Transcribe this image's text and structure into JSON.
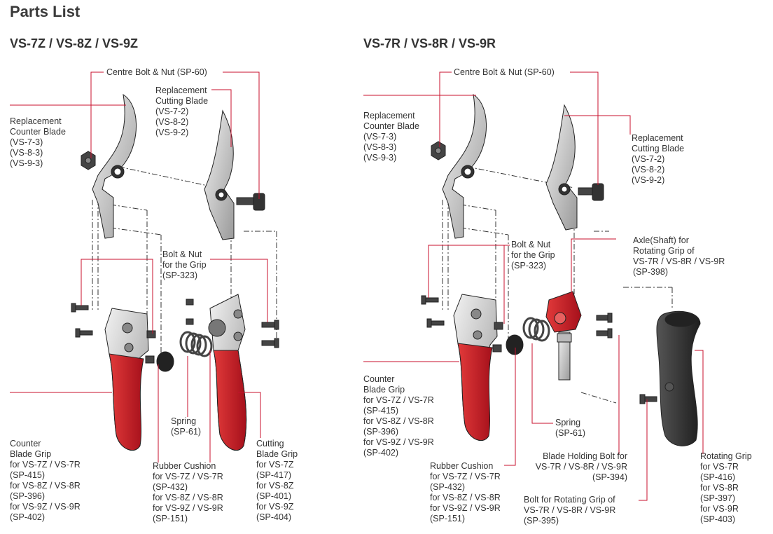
{
  "title": "Parts List",
  "left": {
    "subtitle": "VS-7Z / VS-8Z / VS-9Z",
    "labels": {
      "centre_bolt": "Centre Bolt & Nut (SP-60)",
      "counter_blade": "Replacement\nCounter Blade\n(VS-7-3)\n(VS-8-3)\n(VS-9-3)",
      "cutting_blade": "Replacement\nCutting Blade\n(VS-7-2)\n(VS-8-2)\n(VS-9-2)",
      "bolt_grip": "Bolt & Nut\nfor the Grip\n(SP-323)",
      "spring": "Spring\n(SP-61)",
      "counter_grip": "Counter\nBlade Grip\nfor VS-7Z / VS-7R\n(SP-415)\nfor VS-8Z / VS-8R\n(SP-396)\nfor VS-9Z / VS-9R\n(SP-402)",
      "rubber": "Rubber Cushion\nfor VS-7Z / VS-7R\n(SP-432)\nfor VS-8Z / VS-8R\nfor VS-9Z / VS-9R\n(SP-151)",
      "cutting_grip": "Cutting\nBlade Grip\nfor VS-7Z\n(SP-417)\nfor VS-8Z\n(SP-401)\nfor VS-9Z\n(SP-404)"
    }
  },
  "right": {
    "subtitle": "VS-7R / VS-8R / VS-9R",
    "labels": {
      "centre_bolt": "Centre Bolt & Nut (SP-60)",
      "counter_blade": "Replacement\nCounter Blade\n(VS-7-3)\n(VS-8-3)\n(VS-9-3)",
      "cutting_blade": "Replacement\nCutting Blade\n(VS-7-2)\n(VS-8-2)\n(VS-9-2)",
      "axle": "Axle(Shaft) for\nRotating Grip of\nVS-7R / VS-8R / VS-9R\n(SP-398)",
      "bolt_grip": "Bolt & Nut\nfor the Grip\n(SP-323)",
      "counter_grip": "Counter\nBlade Grip\nfor VS-7Z / VS-7R\n(SP-415)\nfor VS-8Z / VS-8R\n(SP-396)\nfor VS-9Z / VS-9R\n(SP-402)",
      "spring": "Spring\n(SP-61)",
      "blade_holding": "Blade Holding Bolt for\nVS-7R / VS-8R / VS-9R\n(SP-394)",
      "rubber": "Rubber Cushion\nfor VS-7Z / VS-7R\n(SP-432)\nfor VS-8Z / VS-8R\nfor VS-9Z / VS-9R\n(SP-151)",
      "bolt_rotating": "Bolt for Rotating Grip of\nVS-7R / VS-8R / VS-9R\n(SP-395)",
      "rotating_grip": "Rotating Grip\nfor VS-7R\n(SP-416)\nfor VS-8R\n(SP-397)\nfor VS-9R\n(SP-403)"
    }
  },
  "colors": {
    "leader": "#c8102e",
    "grip_red": "#c8102e",
    "metal": "#d9d9d9",
    "dark": "#3a3a3a"
  }
}
